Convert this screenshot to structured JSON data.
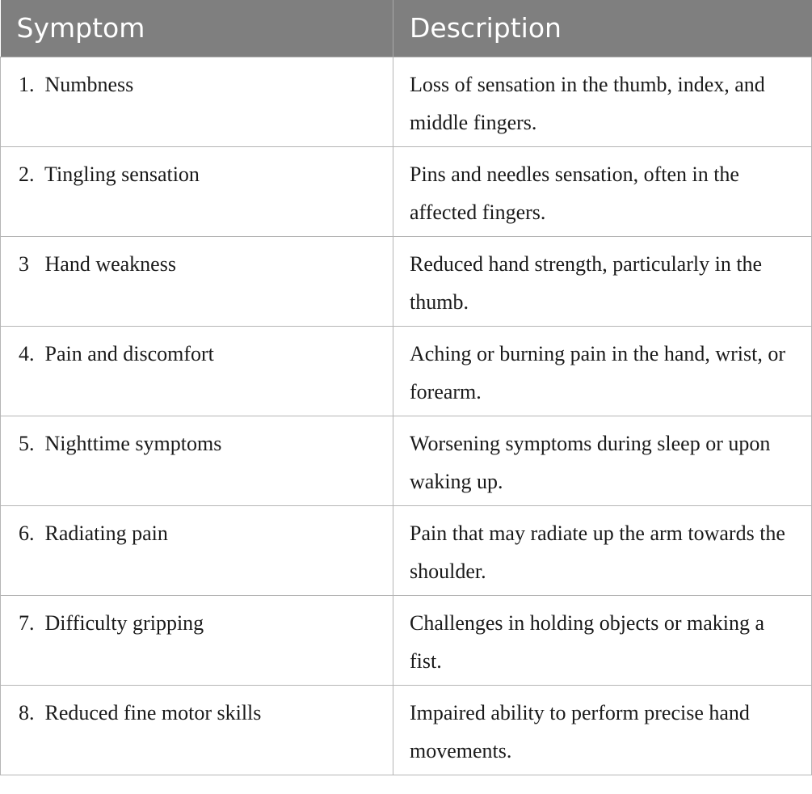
{
  "table": {
    "headers": [
      "Symptom",
      "Description"
    ],
    "rows": [
      {
        "symptom": "1.  Numbness",
        "description": "Loss of sensation in the thumb, index, and middle fingers."
      },
      {
        "symptom": "2.  Tingling sensation",
        "description": "Pins and needles sensation, often in the affected fingers."
      },
      {
        "symptom": "3   Hand weakness",
        "description": "Reduced hand strength, particularly in the thumb."
      },
      {
        "symptom": "4.  Pain and discomfort",
        "description": "Aching or burning pain in the hand, wrist, or forearm."
      },
      {
        "symptom": "5.  Nighttime symptoms",
        "description": "Worsening symptoms during sleep or upon waking up."
      },
      {
        "symptom": "6.  Radiating pain",
        "description": "Pain that may radiate up the arm towards the shoulder."
      },
      {
        "symptom": "7.  Difficulty gripping",
        "description": "Challenges in holding objects or making a fist."
      },
      {
        "symptom": "8.  Reduced fine motor skills",
        "description": "Impaired ability to perform precise hand movements."
      }
    ]
  }
}
